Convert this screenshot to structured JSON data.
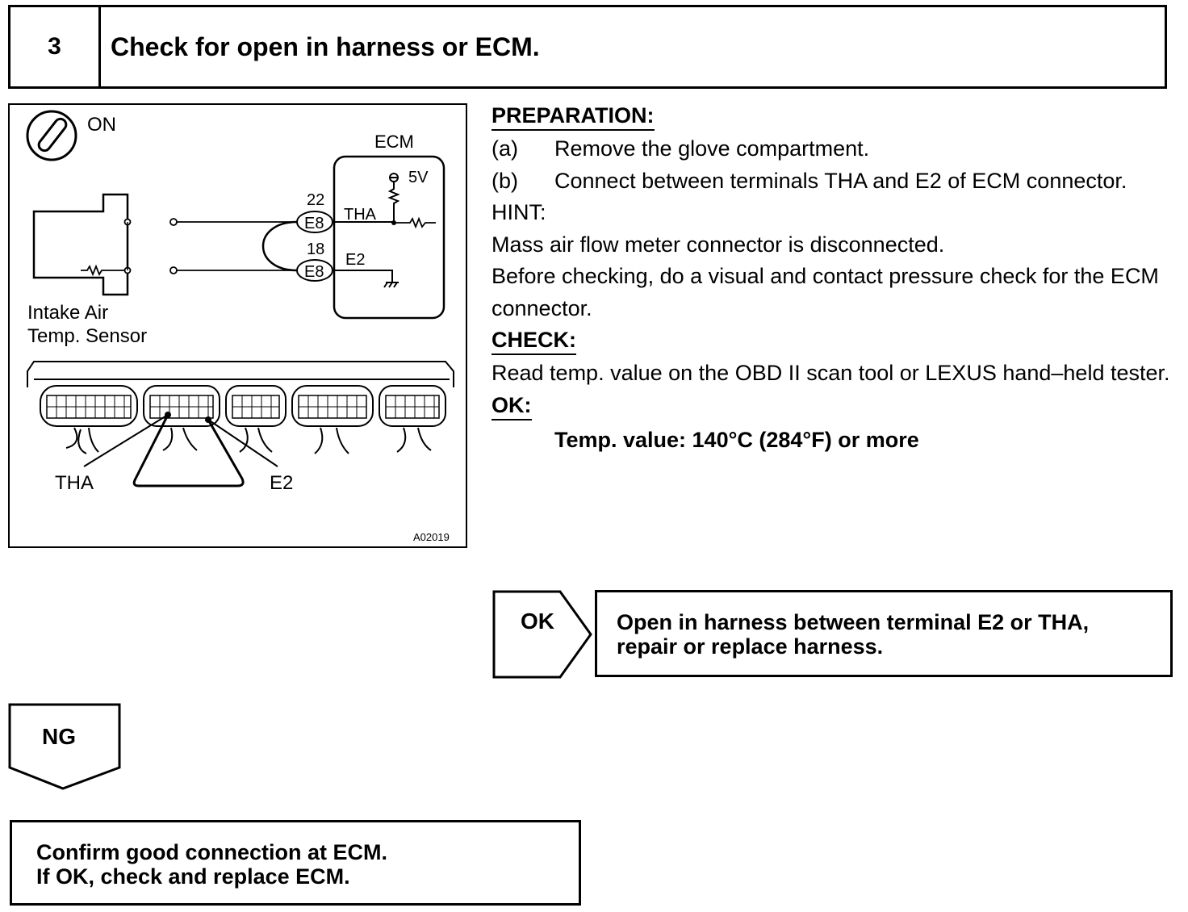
{
  "step": {
    "number": "3",
    "title": "Check for open in harness or ECM."
  },
  "diagram": {
    "ignition_label": "ON",
    "ecm_label": "ECM",
    "voltage_label": "5V",
    "pin_tha_number": "22",
    "pin_e2_number": "18",
    "connector_code": "E8",
    "tha_label": "THA",
    "e2_label": "E2",
    "sensor_label_line1": "Intake Air",
    "sensor_label_line2": "Temp. Sensor",
    "lower_tha_label": "THA",
    "lower_e2_label": "E2",
    "figure_code": "A02019"
  },
  "instructions": {
    "preparation_heading": "PREPARATION:",
    "prep_steps": [
      {
        "label": "(a)",
        "text": "Remove the glove compartment."
      },
      {
        "label": "(b)",
        "text": "Connect between terminals THA and E2 of ECM connector."
      }
    ],
    "hint_heading": "HINT:",
    "hint_lines": [
      "Mass air flow meter connector is disconnected.",
      "Before checking, do a visual and contact pressure check for the ECM connector."
    ],
    "check_heading": "CHECK:",
    "check_text": "Read temp. value on the OBD II scan tool or LEXUS hand–held tester.",
    "ok_heading": "OK:",
    "ok_spec": "Temp. value:  140°C (284°F) or more"
  },
  "results": {
    "ok_tag": "OK",
    "ok_line1": "Open in harness between terminal E2 or THA,",
    "ok_line2": "repair or replace harness.",
    "ng_tag": "NG",
    "ng_line1": "Confirm good connection at ECM.",
    "ng_line2": "If OK, check and replace ECM."
  }
}
